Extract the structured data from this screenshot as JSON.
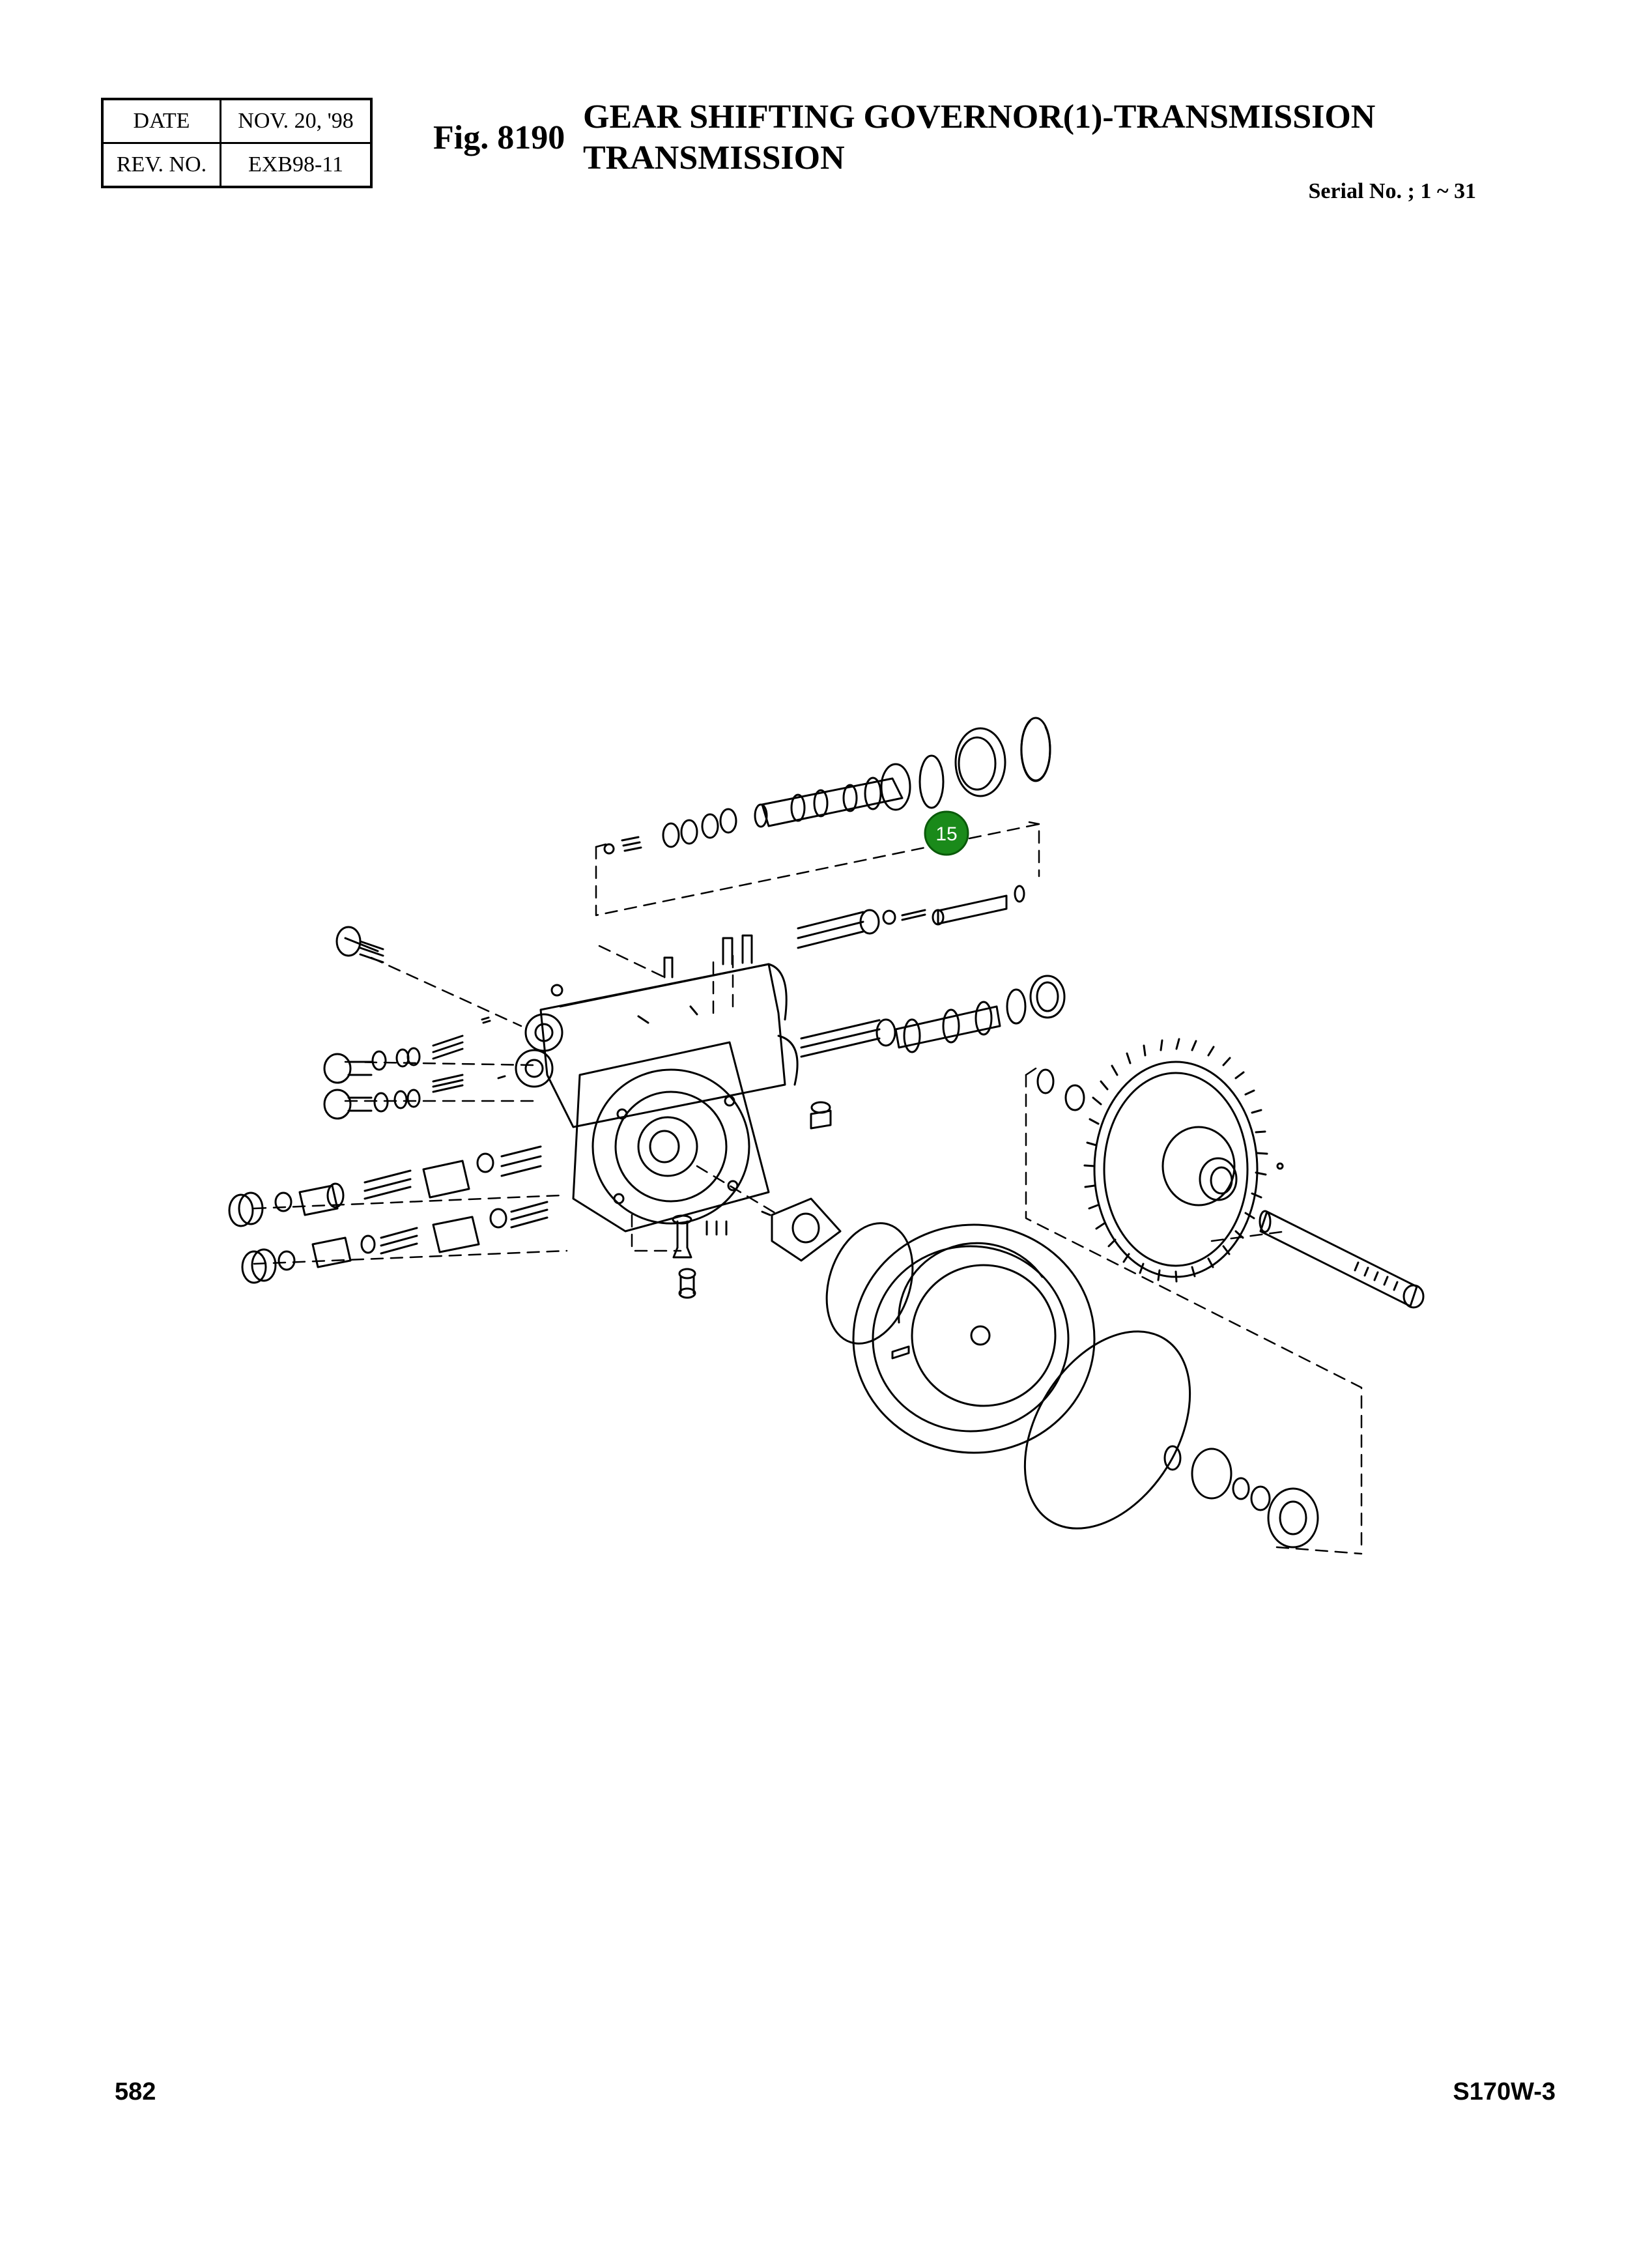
{
  "header": {
    "date_label": "DATE",
    "date_value": "NOV. 20, '98",
    "rev_label": "REV. NO.",
    "rev_value": "EXB98-11",
    "fig_number": "Fig. 8190",
    "title_line1": "GEAR SHIFTING GOVERNOR(1)-TRANSMISSION",
    "title_line2": "TRANSMISSION",
    "serial": "Serial No. ; 1 ~ 31"
  },
  "diagram": {
    "callout_label": "15",
    "callout_color": "#1a8a1a"
  },
  "footer": {
    "page_number": "582",
    "model": "S170W-3"
  }
}
